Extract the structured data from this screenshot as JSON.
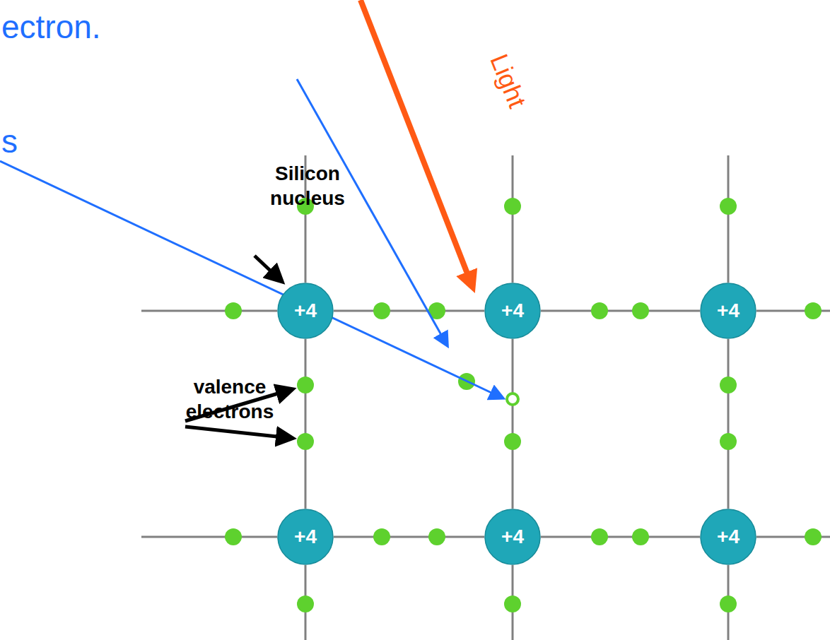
{
  "diagram": {
    "nodes": [
      {
        "text": [
          "+4"
        ]
      },
      {
        "text": [
          "+4"
        ]
      },
      {
        "text": [
          "+4"
        ]
      },
      {
        "text": [
          "+4"
        ]
      },
      {
        "text": [
          "+4"
        ]
      },
      {
        "text": [
          "+4"
        ]
      }
    ],
    "edges": [
      {
        "from": 0,
        "to": 1,
        "arrow": "none"
      },
      {
        "from": 1,
        "to": 2,
        "arrow": "none"
      },
      {
        "from": 3,
        "to": 4,
        "arrow": "none"
      },
      {
        "from": 4,
        "to": 5,
        "arrow": "none"
      },
      {
        "from": 0,
        "to": 3,
        "arrow": "none"
      },
      {
        "from": 1,
        "to": 4,
        "arrow": "none"
      },
      {
        "from": 2,
        "to": 5,
        "arrow": "none"
      }
    ],
    "labels": [
      "ectron.",
      "Light",
      "Silicon nucleus",
      "s",
      "valence electrons"
    ]
  }
}
